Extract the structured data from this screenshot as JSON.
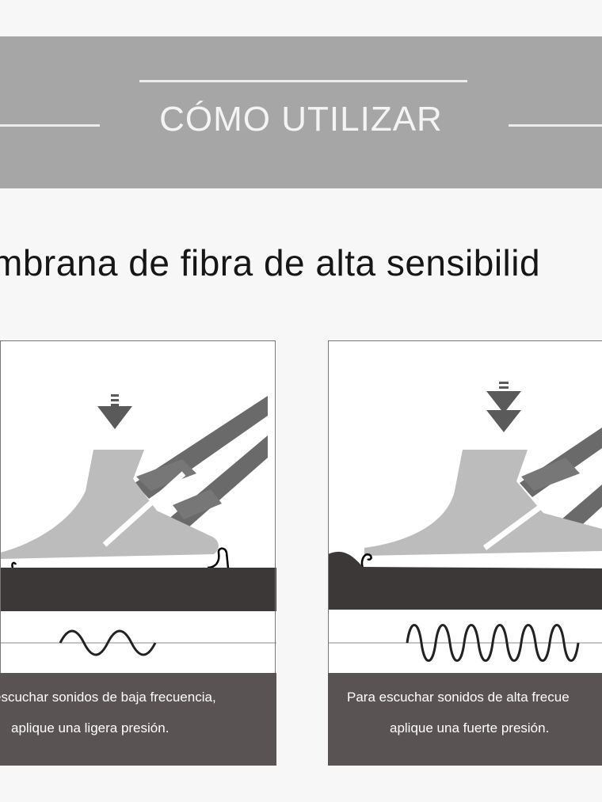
{
  "header": {
    "title": "CÓMO UTILIZAR"
  },
  "subtitle": "mbrana de fibra de alta sensibilid",
  "panels": [
    {
      "caption_line1": "escuchar sonidos de baja frecuencia,",
      "caption_line2": "aplique una ligera presión.",
      "pressure": "ligera"
    },
    {
      "caption_line1": "Para escuchar sonidos de alta frecue",
      "caption_line2": "aplique una fuerte presión.",
      "pressure": "fuerte"
    }
  ],
  "colors": {
    "banner": "#a6a6a6",
    "caption_bg": "#5a5353",
    "skin": "#3d3838",
    "chestpiece": "#bcbcbc"
  }
}
